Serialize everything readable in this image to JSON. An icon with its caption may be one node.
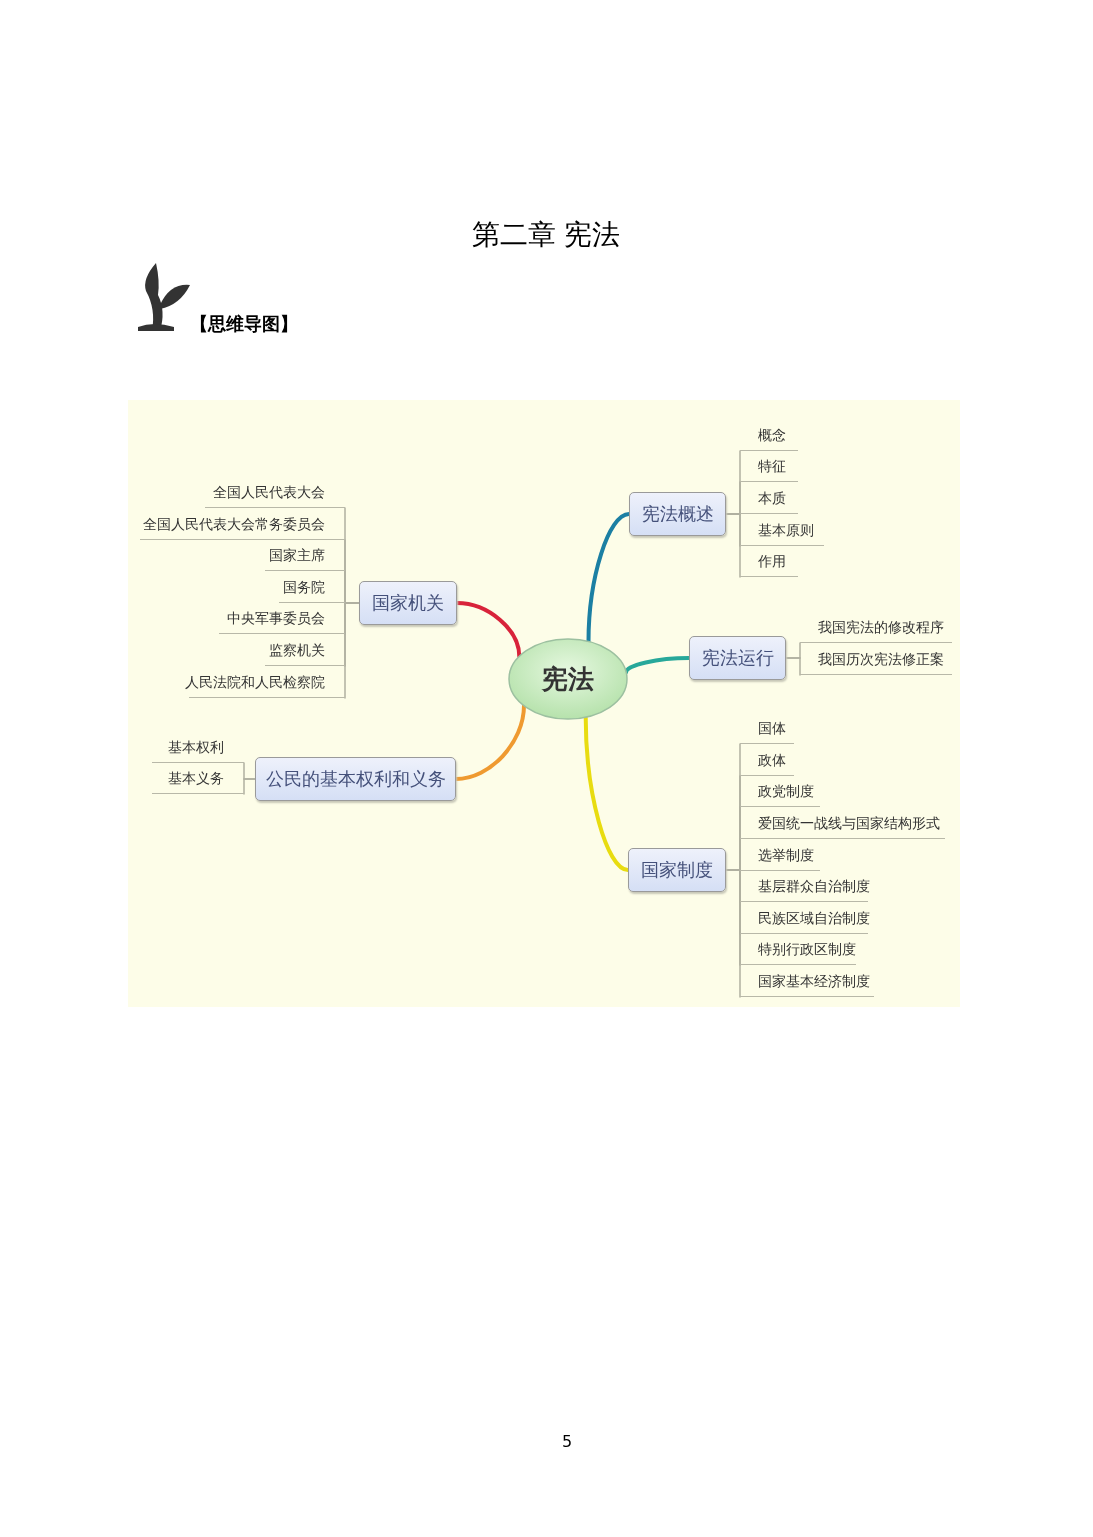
{
  "diagram": {
    "title": "第二章  宪法",
    "nodes": [
      {
        "text": [
          "宪法"
        ]
      },
      {
        "text": [
          "宪法概述"
        ]
      },
      {
        "text": [
          "概念"
        ]
      },
      {
        "text": [
          "特征"
        ]
      },
      {
        "text": [
          "本质"
        ]
      },
      {
        "text": [
          "基本原则"
        ]
      },
      {
        "text": [
          "作用"
        ]
      },
      {
        "text": [
          "宪法运行"
        ]
      },
      {
        "text": [
          "我国宪法的修改程序"
        ]
      },
      {
        "text": [
          "我国历次宪法修正案"
        ]
      },
      {
        "text": [
          "国家制度"
        ]
      },
      {
        "text": [
          "国体"
        ]
      },
      {
        "text": [
          "政体"
        ]
      },
      {
        "text": [
          "政党制度"
        ]
      },
      {
        "text": [
          "爱国统一战线与国家结构形式"
        ]
      },
      {
        "text": [
          "选举制度"
        ]
      },
      {
        "text": [
          "基层群众自治制度"
        ]
      },
      {
        "text": [
          "民族区域自治制度"
        ]
      },
      {
        "text": [
          "特别行政区制度"
        ]
      },
      {
        "text": [
          "国家基本经济制度"
        ]
      },
      {
        "text": [
          "国家机关"
        ]
      },
      {
        "text": [
          "全国人民代表大会"
        ]
      },
      {
        "text": [
          "全国人民代表大会常务委员会"
        ]
      },
      {
        "text": [
          "国家主席"
        ]
      },
      {
        "text": [
          "国务院"
        ]
      },
      {
        "text": [
          "中央军事委员会"
        ]
      },
      {
        "text": [
          "监察机关"
        ]
      },
      {
        "text": [
          "人民法院和人民检察院"
        ]
      },
      {
        "text": [
          "公民的基本权利和义务"
        ]
      },
      {
        "text": [
          "基本权利"
        ]
      },
      {
        "text": [
          "基本义务"
        ]
      }
    ],
    "edges": [
      {
        "from": 0,
        "to": 1,
        "arrow": "none",
        "style": "thick",
        "color": "#1b7fa3"
      },
      {
        "from": 1,
        "to": 2,
        "arrow": "none"
      },
      {
        "from": 1,
        "to": 3,
        "arrow": "none"
      },
      {
        "from": 1,
        "to": 4,
        "arrow": "none"
      },
      {
        "from": 1,
        "to": 5,
        "arrow": "none"
      },
      {
        "from": 1,
        "to": 6,
        "arrow": "none"
      },
      {
        "from": 0,
        "to": 7,
        "arrow": "none",
        "style": "thick",
        "color": "#27a89a"
      },
      {
        "from": 7,
        "to": 8,
        "arrow": "none"
      },
      {
        "from": 7,
        "to": 9,
        "arrow": "none"
      },
      {
        "from": 0,
        "to": 10,
        "arrow": "none",
        "style": "thick",
        "color": "#e8dc10"
      },
      {
        "from": 10,
        "to": 11,
        "arrow": "none"
      },
      {
        "from": 10,
        "to": 12,
        "arrow": "none"
      },
      {
        "from": 10,
        "to": 13,
        "arrow": "none"
      },
      {
        "from": 10,
        "to": 14,
        "arrow": "none"
      },
      {
        "from": 10,
        "to": 15,
        "arrow": "none"
      },
      {
        "from": 10,
        "to": 16,
        "arrow": "none"
      },
      {
        "from": 10,
        "to": 17,
        "arrow": "none"
      },
      {
        "from": 10,
        "to": 18,
        "arrow": "none"
      },
      {
        "from": 10,
        "to": 19,
        "arrow": "none"
      },
      {
        "from": 0,
        "to": 20,
        "arrow": "none",
        "style": "thick",
        "color": "#d8233a"
      },
      {
        "from": 20,
        "to": 21,
        "arrow": "none"
      },
      {
        "from": 20,
        "to": 22,
        "arrow": "none"
      },
      {
        "from": 20,
        "to": 23,
        "arrow": "none"
      },
      {
        "from": 20,
        "to": 24,
        "arrow": "none"
      },
      {
        "from": 20,
        "to": 25,
        "arrow": "none"
      },
      {
        "from": 20,
        "to": 26,
        "arrow": "none"
      },
      {
        "from": 20,
        "to": 27,
        "arrow": "none"
      },
      {
        "from": 0,
        "to": 28,
        "arrow": "none",
        "style": "thick",
        "color": "#ef9a30"
      },
      {
        "from": 28,
        "to": 29,
        "arrow": "none"
      },
      {
        "from": 28,
        "to": 30,
        "arrow": "none"
      }
    ],
    "labels": [
      "【思维导图】",
      "5"
    ]
  }
}
